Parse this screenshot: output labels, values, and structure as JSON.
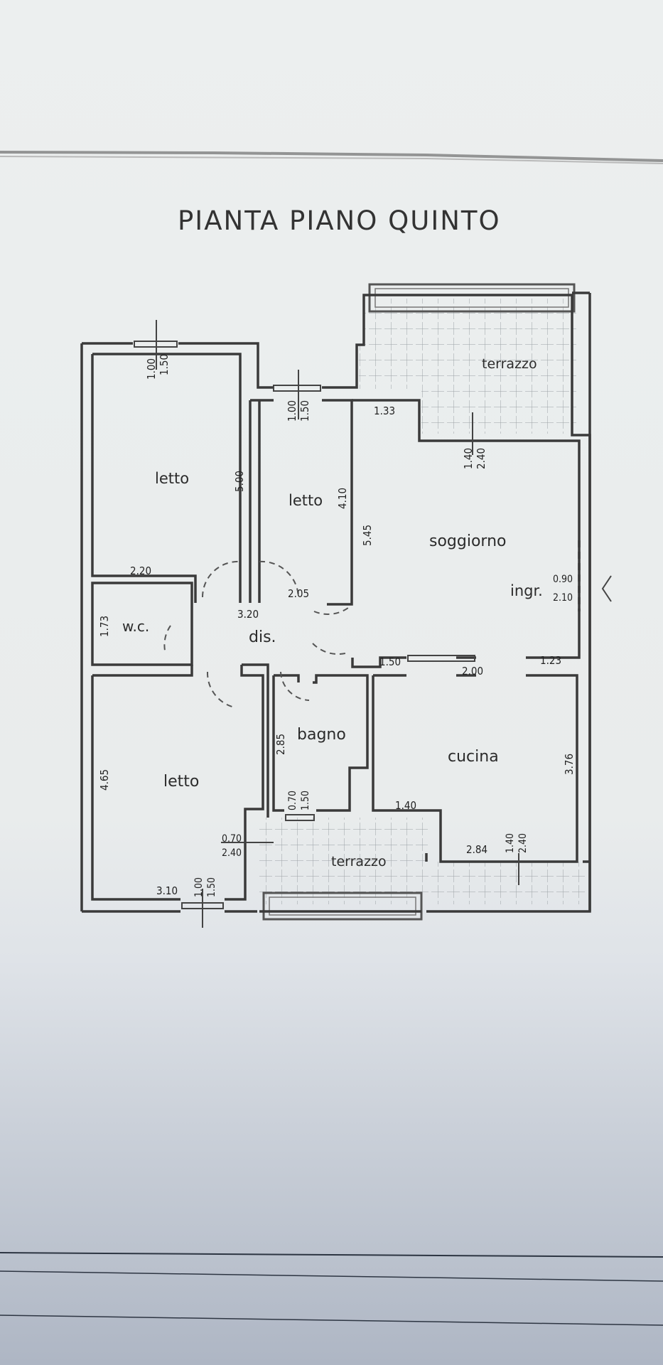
{
  "title": "PIANTA PIANO QUINTO",
  "rooms": {
    "letto_top_left": "letto",
    "letto_top_mid": "letto",
    "soggiorno": "soggiorno",
    "wc": "w.c.",
    "dis": "dis.",
    "ingr": "ingr.",
    "bagno": "bagno",
    "cucina": "cucina",
    "letto_bottom": "letto",
    "terrazzo_top": "terrazzo",
    "terrazzo_bottom": "terrazzo"
  },
  "dims": {
    "win_top_left_a": "1.00",
    "win_top_left_b": "1.50",
    "win_top_mid_a": "1.00",
    "win_top_mid_b": "1.50",
    "d_133": "1.33",
    "win_sog_a": "1.40",
    "win_sog_b": "2.40",
    "d_500": "5.00",
    "d_410": "4.10",
    "d_545": "5.45",
    "d_220": "2.20",
    "d_205": "2.05",
    "d_320": "3.20",
    "d_173": "1.73",
    "ingr_a": "0.90",
    "ingr_b": "2.10",
    "d_150": "1.50",
    "d_200": "2.00",
    "d_123": "1.23",
    "d_285": "2.85",
    "d_465": "4.65",
    "d_376": "3.76",
    "d_140": "1.40",
    "win_bagno_a": "0.70",
    "win_bagno_b": "1.50",
    "win_ter_a": "0.70",
    "win_ter_b": "2.40",
    "d_284": "2.84",
    "win_cuc_a": "1.40",
    "win_cuc_b": "2.40",
    "d_310": "3.10",
    "win_bot_a": "1.00",
    "win_bot_b": "1.50"
  }
}
